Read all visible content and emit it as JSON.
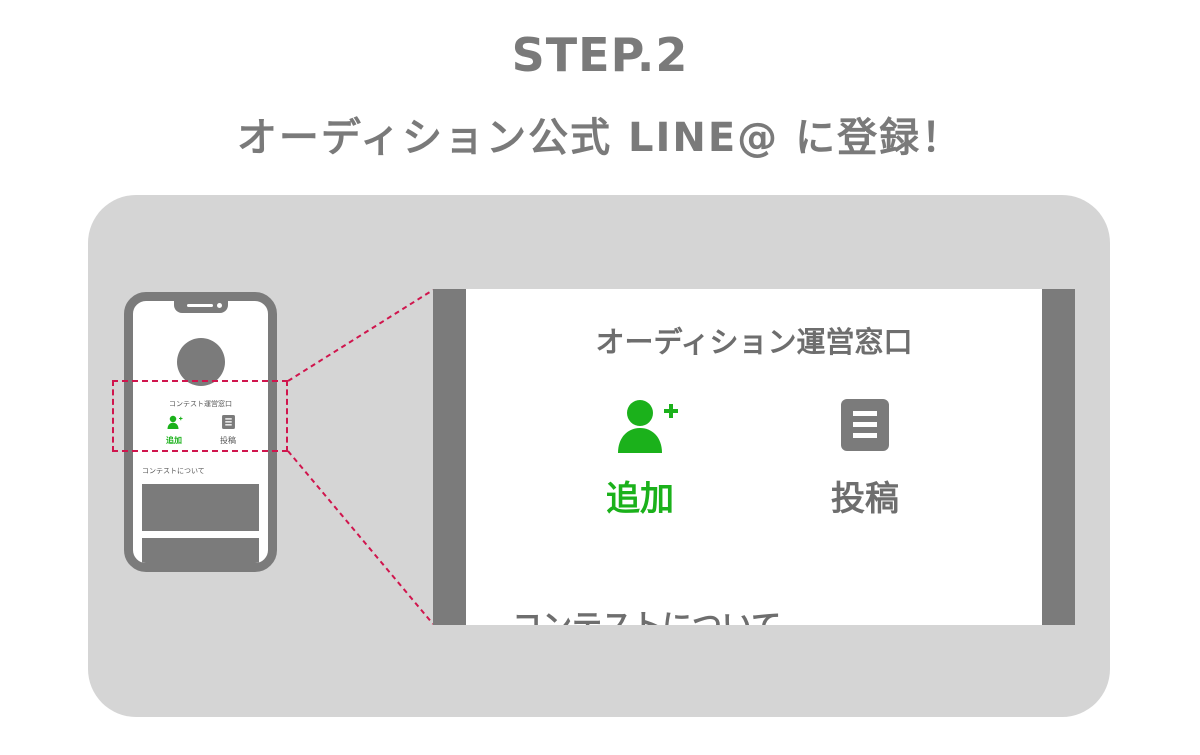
{
  "heading": {
    "step": "STEP.2",
    "subtitle": "オーディション公式 LINE@ に登録！"
  },
  "phone": {
    "account_name": "コンテスト運営窓口",
    "add_label": "追加",
    "post_label": "投稿",
    "section_title": "コンテストについて"
  },
  "zoom": {
    "account_name": "オーディション運営窓口",
    "add_label": "追加",
    "post_label": "投稿",
    "section_title": "コンテストについて"
  },
  "icons": {
    "add_friend": "person-plus-icon",
    "post": "document-icon"
  },
  "colors": {
    "heading": "#7a7a7a",
    "panel": "#d5d5d5",
    "device": "#7b7b7b",
    "accent_green": "#1bb11b",
    "highlight": "#d0154d"
  }
}
